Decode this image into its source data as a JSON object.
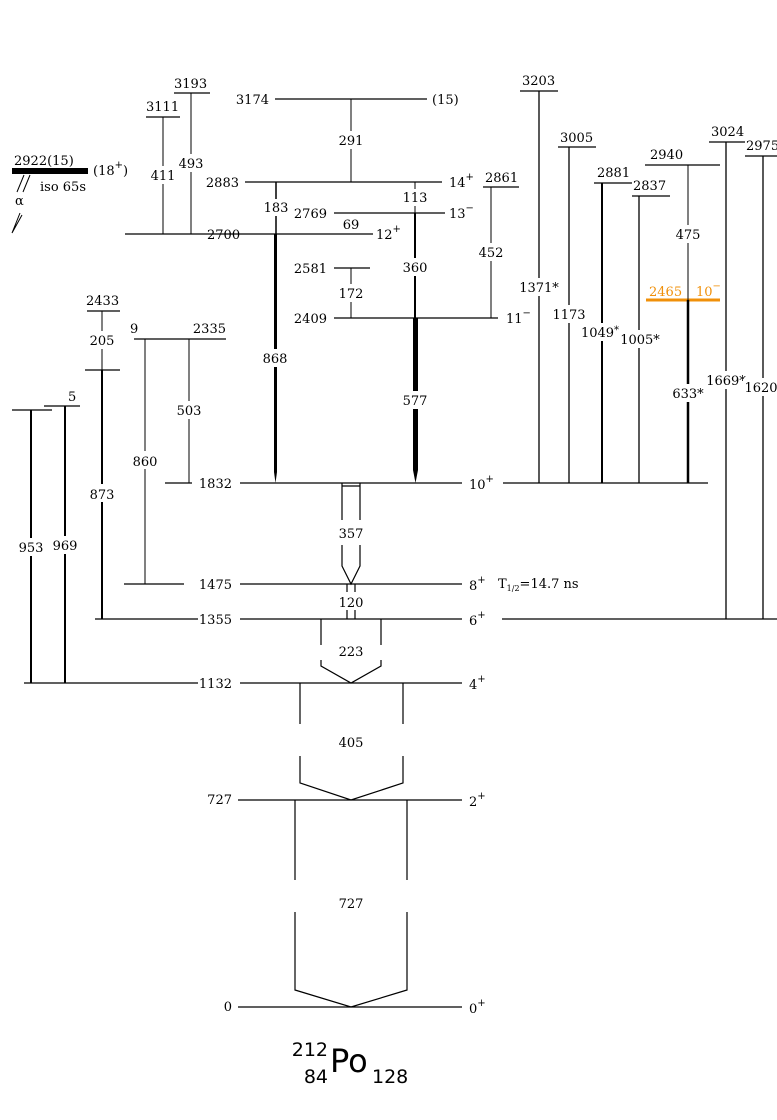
{
  "nucleus": {
    "mass": "212",
    "z": "84",
    "symbol": "Po",
    "n": "128"
  },
  "levels": {
    "e0": "0",
    "e727": "727",
    "e1132": "1132",
    "e1355": "1355",
    "e1475": "1475",
    "e1832": "1832",
    "e2335": "2335",
    "e2409": "2409",
    "e2433": "2433",
    "e2465": "2465",
    "e2581": "2581",
    "e2700": "2700",
    "e2769": "2769",
    "e2837": "2837",
    "e2861": "2861",
    "e2881": "2881",
    "e2883": "2883",
    "e2922": "2922(15)",
    "e2940": "2940",
    "e2975": "2975",
    "e3005": "3005",
    "e3024": "3024",
    "e3111": "3111",
    "e3174": "3174",
    "e3193": "3193",
    "e3203": "3203",
    "e9": "9",
    "e5": "5"
  },
  "spins": {
    "s0": "0",
    "s0p": "+",
    "s2": "2",
    "s2p": "+",
    "s4": "4",
    "s4p": "+",
    "s6": "6",
    "s6p": "+",
    "s8": "8",
    "s8p": "+",
    "s10": "10",
    "s10p": "+",
    "s11": "11",
    "s11p": "−",
    "s12": "12",
    "s12p": "+",
    "s13": "13",
    "s13p": "−",
    "s14": "14",
    "s14p": "+",
    "s15": "(15)",
    "s10orange": "10",
    "s10orangep": "−",
    "s18open": "(18",
    "s18p": "+",
    "s18close": ")"
  },
  "halflife": {
    "t": "T",
    "sub": "1/2",
    "value": "=14.7 ns"
  },
  "isomer": {
    "label": "iso 65s",
    "alpha": "α"
  },
  "gammas": {
    "g727": "727",
    "g405": "405",
    "g223": "223",
    "g120": "120",
    "g357": "357",
    "g577": "577",
    "g868": "868",
    "g360": "360",
    "g172": "172",
    "g113": "113",
    "g183": "183",
    "g69": "69",
    "g291": "291",
    "g452": "452",
    "g503": "503",
    "g860": "860",
    "g873": "873",
    "g205": "205",
    "g953": "953",
    "g969": "969",
    "g411": "411",
    "g493": "493",
    "g1371": "1371*",
    "g1173": "1173",
    "g1049": "1049",
    "g1049star": "*",
    "g1005": "1005*",
    "g475": "475",
    "g633": "633*",
    "g1669": "1669*",
    "g1620": "1620"
  },
  "colors": {
    "level": "#000000",
    "highlight": "#f0900a"
  }
}
